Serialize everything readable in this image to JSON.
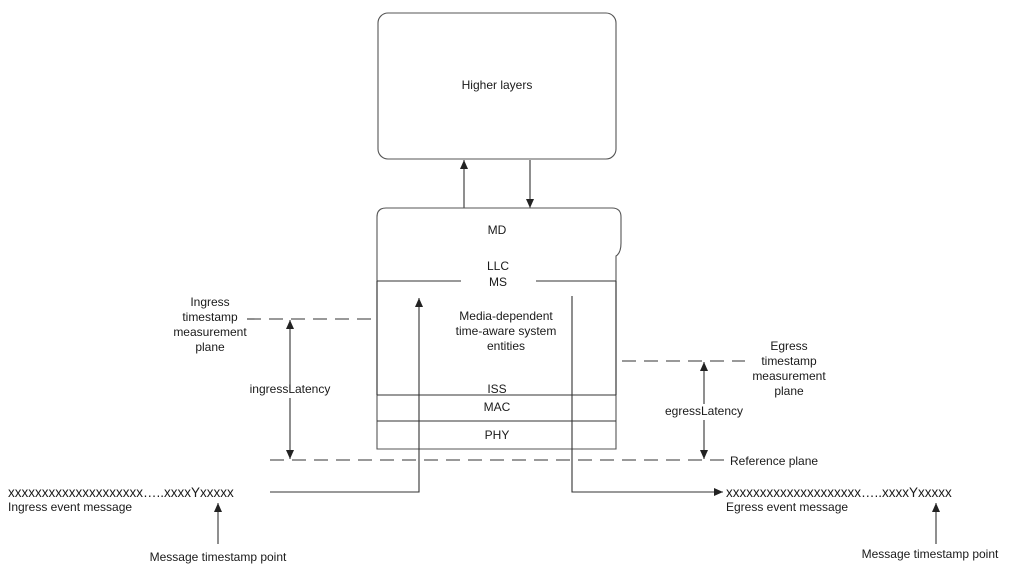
{
  "blocks": {
    "higher_layers": "Higher layers",
    "md": "MD",
    "llc": "LLC",
    "ms": "MS",
    "entities": [
      "Media-dependent",
      "time-aware system",
      "entities"
    ],
    "iss": "ISS",
    "mac": "MAC",
    "phy": "PHY"
  },
  "ingress_plane": [
    "Ingress",
    "timestamp",
    "measurement",
    "plane"
  ],
  "egress_plane": [
    "Egress",
    "timestamp",
    "measurement",
    "plane"
  ],
  "ingress_latency": "ingressLatency",
  "egress_latency": "egressLatency",
  "reference_plane": "Reference plane",
  "ingress_message": {
    "bits": "xxxxxxxxxxxxxxxxxxxx…..xxxxYxxxxx",
    "label": "Ingress event message",
    "timestamp_point": "Message timestamp point"
  },
  "egress_message": {
    "bits": "xxxxxxxxxxxxxxxxxxxx…..xxxxYxxxxx",
    "label": "Egress event message",
    "timestamp_point": "Message timestamp point"
  }
}
